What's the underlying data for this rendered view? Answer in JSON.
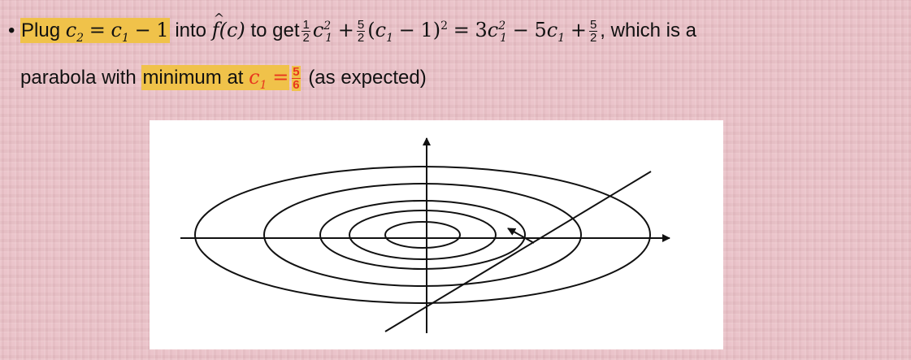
{
  "slide": {
    "bullet": "•",
    "line1": {
      "t_plug": "Plug",
      "t_into": "into",
      "t_to_get": "to get",
      "t_which_is_a": ", which is a",
      "c": "c",
      "one": "1",
      "two": "2",
      "three": "3",
      "five": "5",
      "eq": "=",
      "minus": "−",
      "plus": "+",
      "lparen": "(",
      "rparen": ")",
      "f": "f",
      "paren_c": "(c)"
    },
    "line2": {
      "t_parabola_with": "parabola with",
      "t_minimum_at": "minimum at",
      "t_as_expected": "(as expected)",
      "c1_letter": "c",
      "c1_sub": "1",
      "eq": "=",
      "frac_num": "5",
      "frac_den": "6"
    }
  },
  "colors": {
    "highlight": "#f0c24a",
    "accent_red": "#e8361e"
  },
  "figure": {
    "description_icon": "contour-ellipses-with-line-diagram"
  }
}
